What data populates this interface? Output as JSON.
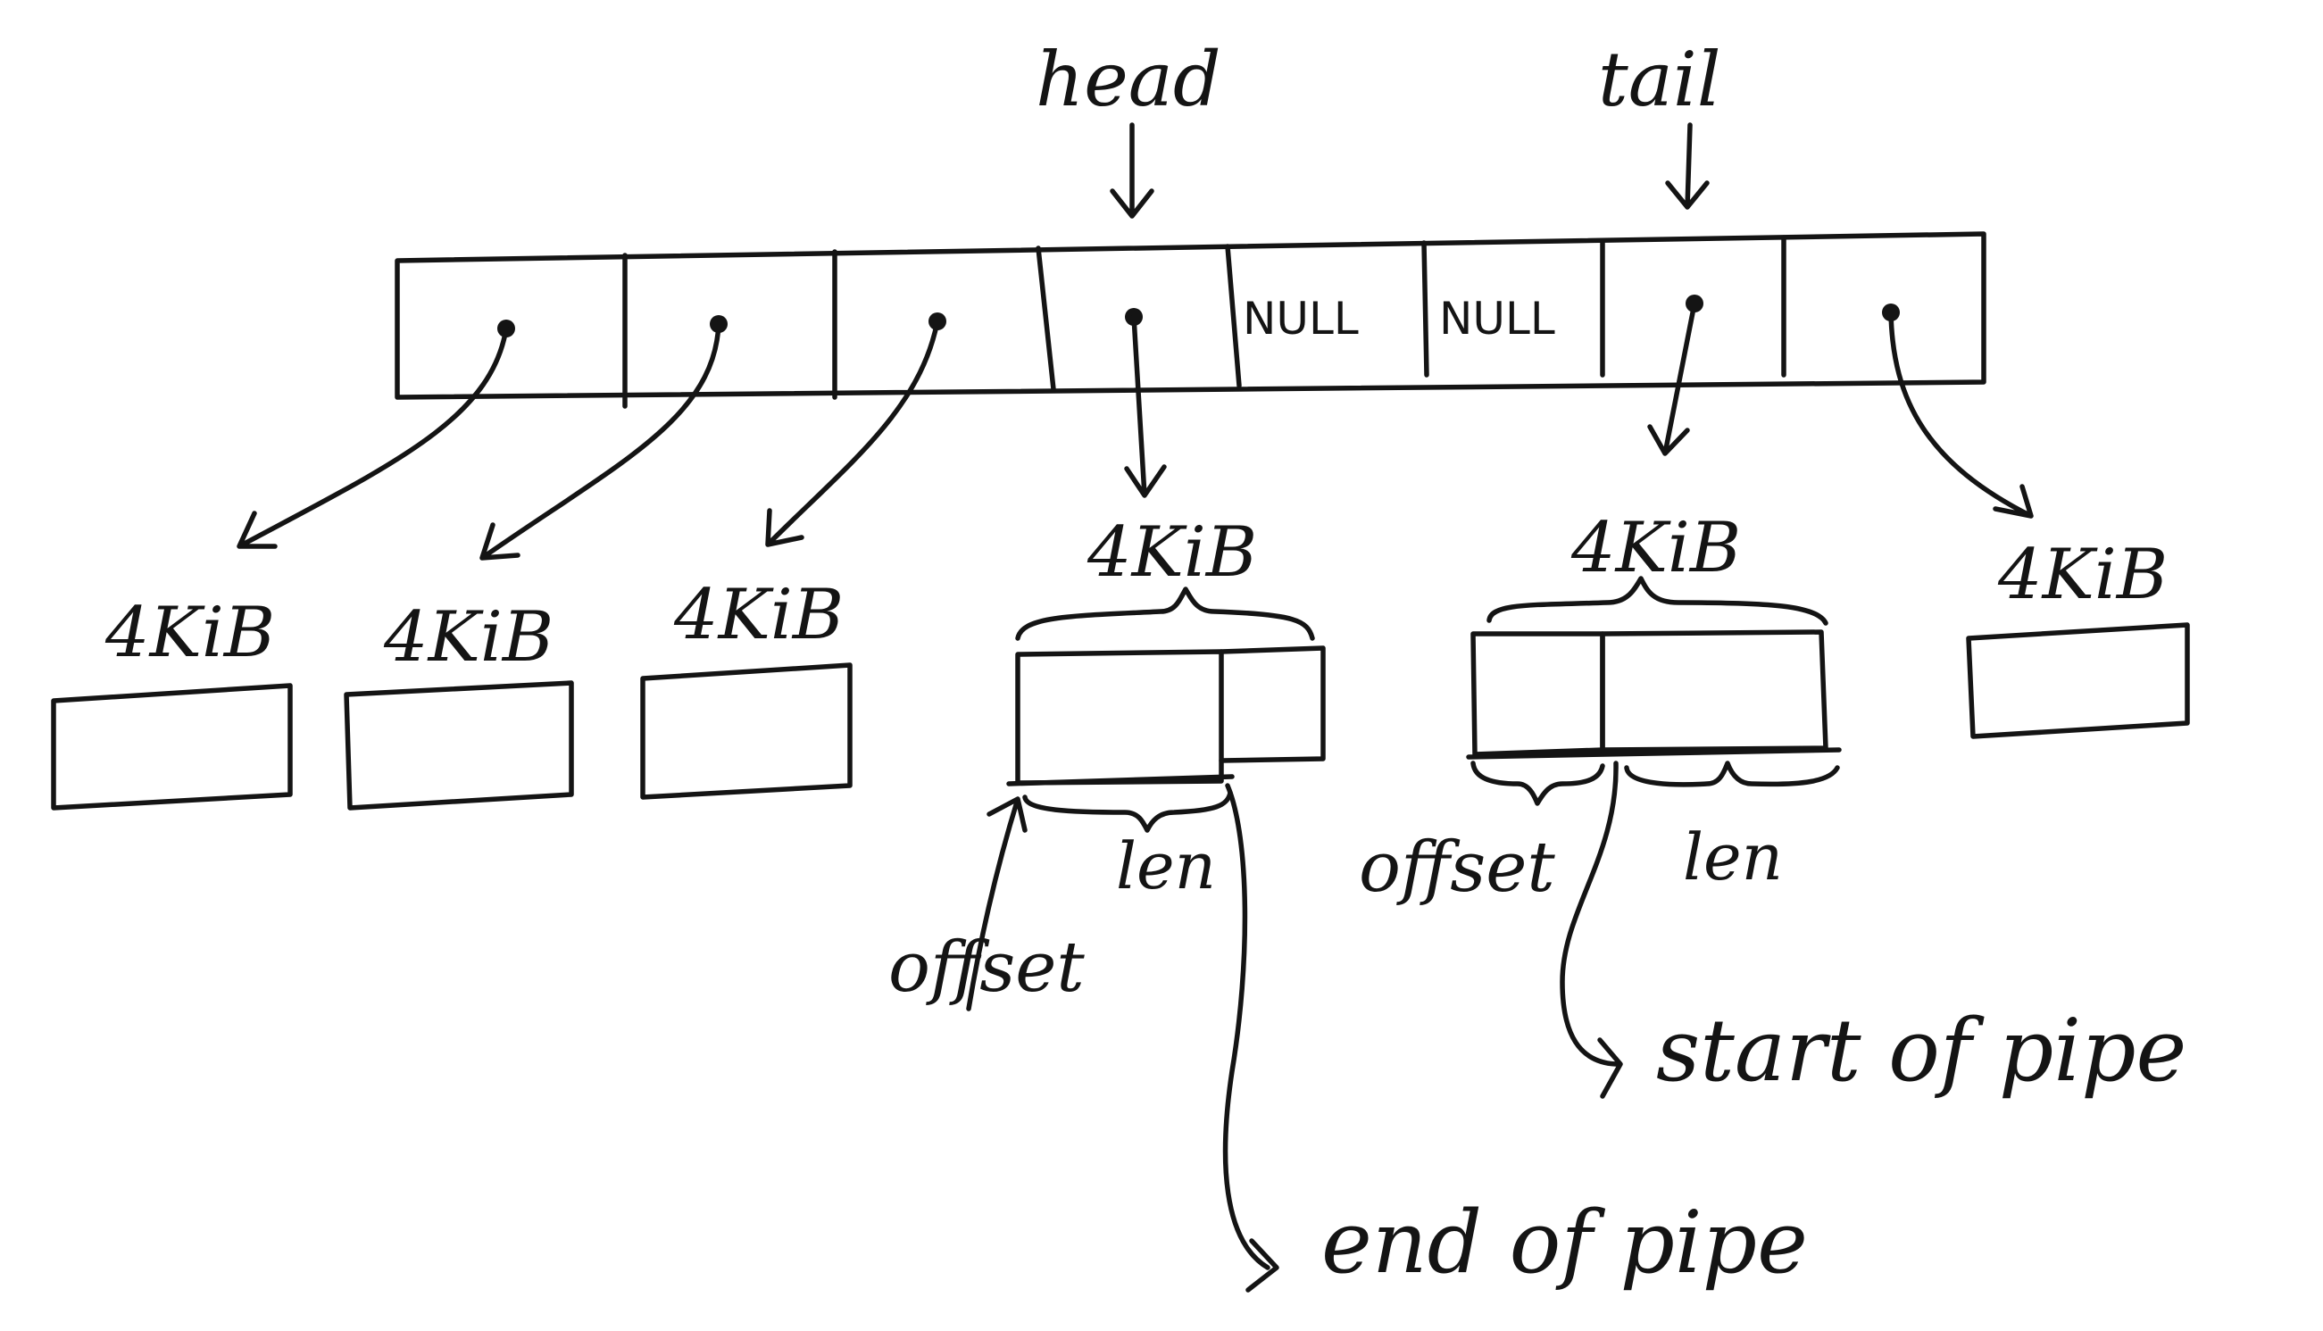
{
  "pointers": {
    "head": "head",
    "tail": "tail"
  },
  "ring": {
    "slots": [
      "",
      "",
      "",
      "",
      "NULL",
      "NULL",
      "",
      ""
    ]
  },
  "pages": {
    "size_label": "4KiB"
  },
  "head_page": {
    "offset_label": "offset",
    "len_label": "len",
    "end_label": "end of pipe"
  },
  "tail_page": {
    "offset_label": "offset",
    "len_label": "len",
    "start_label": "start of pipe"
  },
  "colors": {
    "ink": "#141414",
    "paper": "#ffffff"
  }
}
